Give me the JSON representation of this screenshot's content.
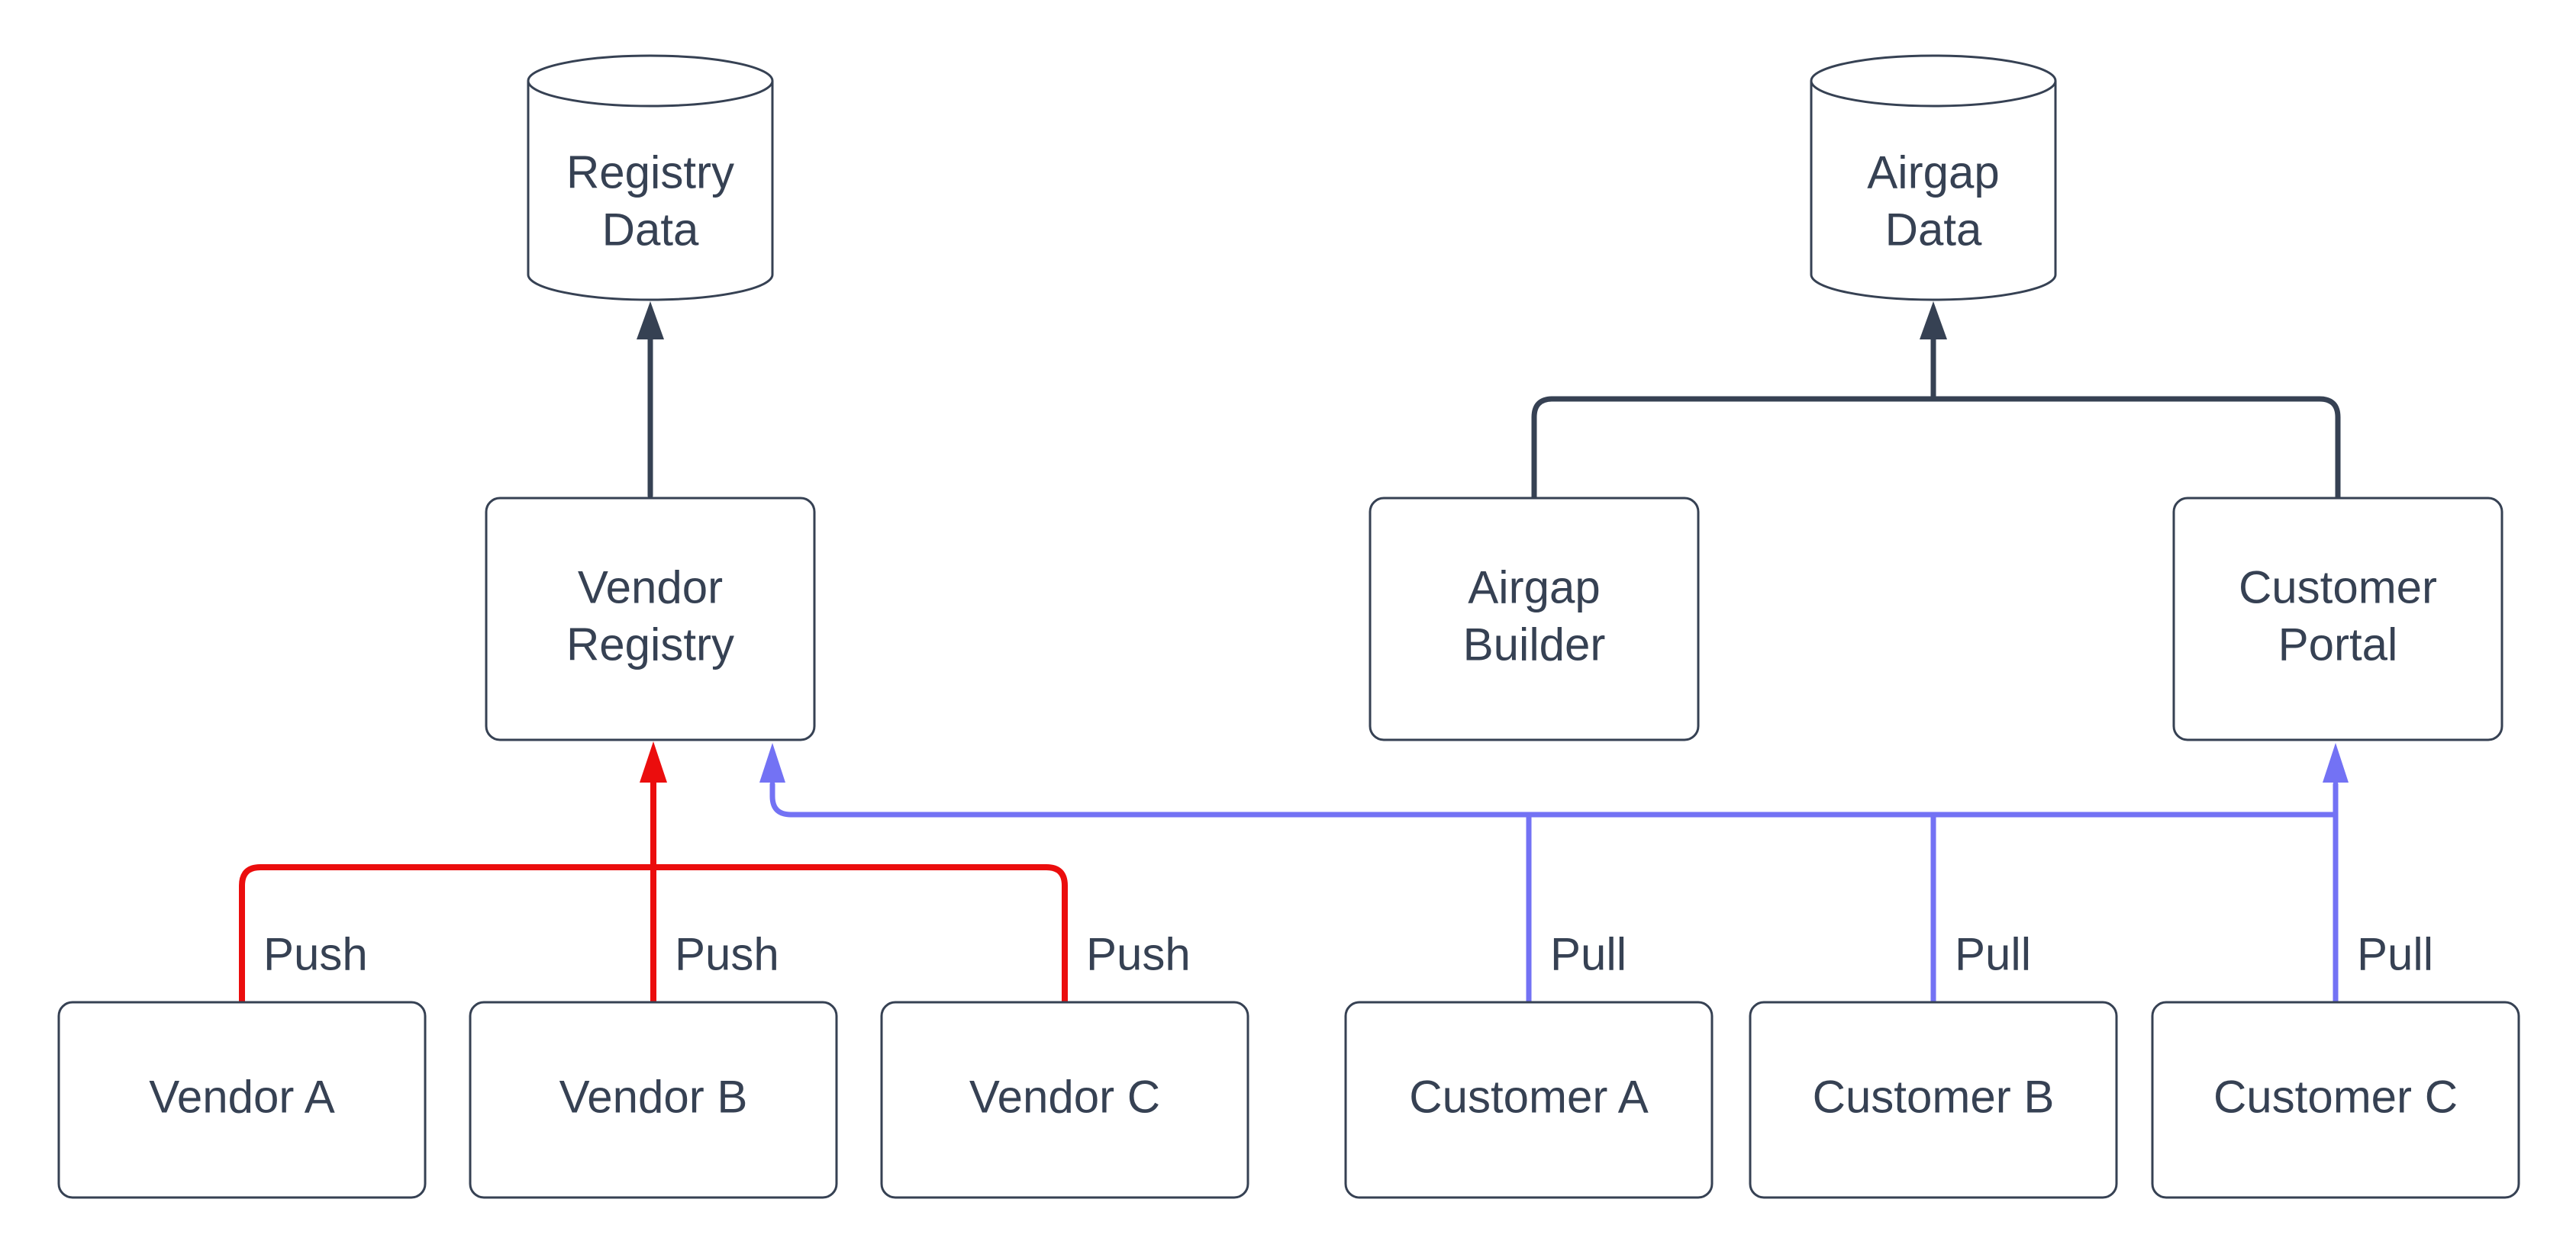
{
  "diagram": {
    "colors": {
      "background": "#ffffff",
      "node_fill": "#ffffff",
      "stroke": "#364153",
      "text": "#364153",
      "red": "#EB0D0D",
      "blue": "#7372F4"
    },
    "nodes": {
      "registry_data": {
        "shape": "cylinder",
        "line1": "Registry",
        "line2": "Data"
      },
      "airgap_data": {
        "shape": "cylinder",
        "line1": "Airgap",
        "line2": "Data"
      },
      "vendor_registry": {
        "shape": "rect",
        "line1": "Vendor",
        "line2": "Registry"
      },
      "airgap_builder": {
        "shape": "rect",
        "line1": "Airgap",
        "line2": "Builder"
      },
      "customer_portal": {
        "shape": "rect",
        "line1": "Customer",
        "line2": "Portal"
      },
      "vendor_a": {
        "shape": "rect",
        "label": "Vendor A"
      },
      "vendor_b": {
        "shape": "rect",
        "label": "Vendor B"
      },
      "vendor_c": {
        "shape": "rect",
        "label": "Vendor C"
      },
      "customer_a": {
        "shape": "rect",
        "label": "Customer A"
      },
      "customer_b": {
        "shape": "rect",
        "label": "Customer B"
      },
      "customer_c": {
        "shape": "rect",
        "label": "Customer C"
      }
    },
    "edges": [
      {
        "from": "vendor_registry",
        "to": "registry_data",
        "label": "",
        "color": "dark"
      },
      {
        "from": "airgap_builder",
        "to": "airgap_data",
        "label": "",
        "color": "dark"
      },
      {
        "from": "customer_portal",
        "to": "airgap_data",
        "label": "",
        "color": "dark"
      },
      {
        "from": "vendor_a",
        "to": "vendor_registry",
        "label": "Push",
        "color": "red"
      },
      {
        "from": "vendor_b",
        "to": "vendor_registry",
        "label": "Push",
        "color": "red"
      },
      {
        "from": "vendor_c",
        "to": "vendor_registry",
        "label": "Push",
        "color": "red"
      },
      {
        "from": "customer_a",
        "to": "vendor_registry",
        "label": "Pull",
        "color": "blue"
      },
      {
        "from": "customer_b",
        "to": "vendor_registry",
        "label": "Pull",
        "color": "blue"
      },
      {
        "from": "customer_c",
        "to": "customer_portal",
        "label": "Pull",
        "color": "blue"
      }
    ]
  }
}
